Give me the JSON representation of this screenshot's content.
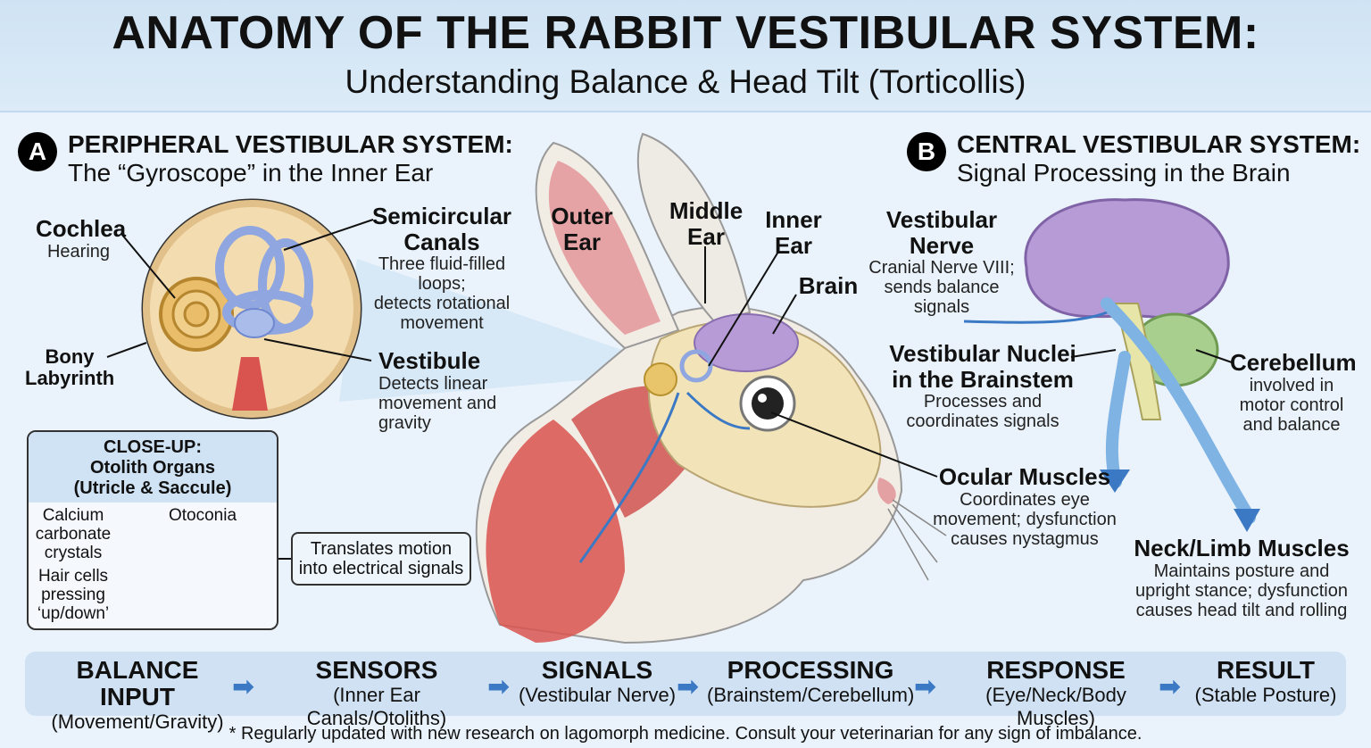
{
  "header": {
    "title": "ANATOMY OF THE RABBIT VESTIBULAR SYSTEM:",
    "subtitle": "Understanding Balance & Head Tilt (Torticollis)"
  },
  "section_a": {
    "badge": "A",
    "title": "PERIPHERAL VESTIBULAR SYSTEM:",
    "subtitle": "The “Gyroscope” in the Inner Ear"
  },
  "section_b": {
    "badge": "B",
    "title": "CENTRAL VESTIBULAR SYSTEM:",
    "subtitle": "Signal Processing in the Brain"
  },
  "inner_ear_labels": {
    "cochlea": {
      "name": "Cochlea",
      "desc": "Hearing"
    },
    "bony_labyrinth": {
      "name_line1": "Bony",
      "name_line2": "Labyrinth"
    },
    "semicircular": {
      "name_line1": "Semicircular",
      "name_line2": "Canals",
      "desc_line1": "Three fluid-filled loops;",
      "desc_line2": "detects rotational",
      "desc_line3": "movement"
    },
    "vestibule": {
      "name": "Vestibule",
      "desc_line1": "Detects linear",
      "desc_line2": "movement and",
      "desc_line3": "gravity"
    }
  },
  "closeup": {
    "head_line1": "CLOSE-UP:",
    "head_line2": "Otolith Organs",
    "head_line3": "(Utricle & Saccule)",
    "calcium_line1": "Calcium",
    "calcium_line2": "carbonate",
    "calcium_line3": "crystals",
    "otoconia": "Otoconia",
    "hair_line1": "Hair cells",
    "hair_line2": "pressing",
    "hair_line3": "‘up/down’",
    "callout_line1": "Translates motion",
    "callout_line2": "into electrical signals"
  },
  "rabbit_labels": {
    "outer_ear_line1": "Outer",
    "outer_ear_line2": "Ear",
    "middle_ear_line1": "Middle",
    "middle_ear_line2": "Ear",
    "inner_ear_line1": "Inner",
    "inner_ear_line2": "Ear",
    "brain": "Brain"
  },
  "central_labels": {
    "nerve": {
      "name_line1": "Vestibular",
      "name_line2": "Nerve",
      "desc_line1": "Cranial Nerve VIII;",
      "desc_line2": "sends balance",
      "desc_line3": "signals"
    },
    "nuclei": {
      "name_line1": "Vestibular Nuclei",
      "name_line2": "in the Brainstem",
      "desc_line1": "Processes and",
      "desc_line2": "coordinates signals"
    },
    "cerebellum": {
      "name": "Cerebellum",
      "desc_line1": "involved in",
      "desc_line2": "motor control",
      "desc_line3": "and balance"
    },
    "ocular": {
      "name": "Ocular Muscles",
      "desc_line1": "Coordinates eye",
      "desc_line2": "movement; dysfunction",
      "desc_line3": "causes nystagmus"
    },
    "neck": {
      "name": "Neck/Limb Muscles",
      "desc_line1": "Maintains posture and",
      "desc_line2": "upright stance; dysfunction",
      "desc_line3": "causes head tilt and rolling"
    }
  },
  "flow": [
    {
      "title": "BALANCE INPUT",
      "sub": "(Movement/Gravity)"
    },
    {
      "title": "SENSORS",
      "sub": "(Inner Ear Canals/Otoliths)"
    },
    {
      "title": "SIGNALS",
      "sub": "(Vestibular Nerve)"
    },
    {
      "title": "PROCESSING",
      "sub": "(Brainstem/Cerebellum)"
    },
    {
      "title": "RESPONSE",
      "sub": "(Eye/Neck/Body Muscles)"
    },
    {
      "title": "RESULT",
      "sub": "(Stable Posture)"
    }
  ],
  "footer": "* Regularly updated with new research on lagomorph medicine. Consult your veterinarian for any sign of imbalance.",
  "colors": {
    "header_bg": "#cfe3f4",
    "accent_blue": "#3b79c4",
    "muscle_red": "#d9534f",
    "brain_purple": "#b79bd6",
    "cerebellum_green": "#a8cf8e"
  }
}
